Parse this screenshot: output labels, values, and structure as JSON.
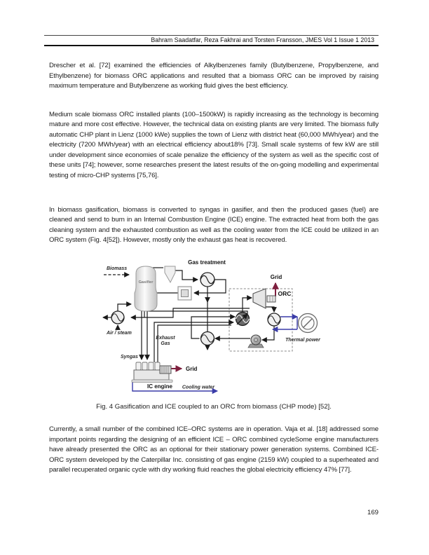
{
  "header": {
    "text": "Bahram Saadatfar, Reza Fakhrai and Torsten Fransson, JMES Vol 1 Issue 1 2013"
  },
  "paragraphs": {
    "p1": "Drescher et al. [72] examined the efficiencies of Alkylbenzenes family (Butylbenzene, Propylbenzene, and Ethylbenzene) for biomass ORC applications and resulted that a biomass ORC can be improved by raising maximum temperature and Butylbenzene as working fluid gives the best efficiency.",
    "p2": "Medium scale biomass ORC installed plants (100–1500kW) is rapidly increasing as the technology is becoming mature and more cost effective. However, the technical data on existing plants are very limited. The biomass fully automatic CHP plant in Lienz (1000 kWe) supplies the town of Lienz with district heat (60,000 MWh/year) and the electricity (7200 MWh/year) with an electrical efficiency about18% [73]. Small scale systems of few kW are still under development since economies of scale penalize the efficiency of the system as well as the specific cost of these units [74]; however, some researches present the latest results of the on-going modelling and experimental testing of micro-CHP systems [75,76].",
    "p3": "In biomass gasification, biomass is converted to syngas in gasifier, and then the produced gases (fuel) are cleaned and send to burn in an Internal Combustion Engine (ICE) engine. The extracted heat from both the gas cleaning system and the exhausted combustion as well as the cooling water from the ICE could be utilized in an ORC system (Fig. 4[52]). However, mostly only the exhaust gas heat is recovered.",
    "p4": "Currently, a small number of the combined ICE–ORC systems are in operation. Vaja et al. [18] addressed some important points regarding the designing of an efficient ICE – ORC combined cycleSome engine manufacturers have already presented the ORC as an optional for their stationary power generation systems. Combined ICE-ORC system developed by the Caterpillar Inc. consisting of gas engine (2159 kW) coupled to a superheated and parallel recuperated organic cycle with dry working fluid reaches the global electricity efficiency 47% [77]."
  },
  "figure": {
    "caption": "Fig. 4 Gasification and ICE coupled to an ORC from biomass (CHP mode) [52].",
    "labels": {
      "biomass": "Biomass",
      "gasifier": "Gasifier",
      "gas_treatment": "Gas treatment",
      "air_steam": "Air / steam",
      "exhaust_line1": "Exhaust",
      "exhaust_line2": "Gas",
      "syngas": "Syngas",
      "grid_top": "Grid",
      "grid_engine": "Grid",
      "orc": "ORC",
      "thermal_power": "Thermal power",
      "ic_engine": "IC engine",
      "cooling_water": "Cooling water"
    },
    "colors": {
      "pipe": "#1a1a1a",
      "grid_arrow": "#7e1f3e",
      "water": "#3a3ca8",
      "boundary": "#888888"
    }
  },
  "page_number": "169"
}
